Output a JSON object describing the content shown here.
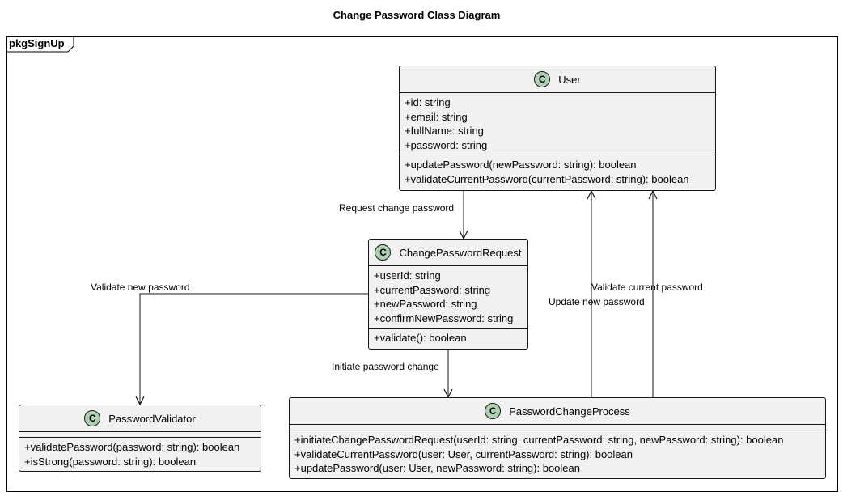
{
  "title": "Change Password Class Diagram",
  "package": "pkgSignUp",
  "classes": {
    "user": {
      "name": "User",
      "stereotype": "C",
      "attributes": [
        "+id: string",
        "+email: string",
        "+fullName: string",
        "+password: string"
      ],
      "methods": [
        "+updatePassword(newPassword: string): boolean",
        "+validateCurrentPassword(currentPassword: string): boolean"
      ]
    },
    "change_request": {
      "name": "ChangePasswordRequest",
      "stereotype": "C",
      "attributes": [
        "+userId: string",
        "+currentPassword: string",
        "+newPassword: string",
        "+confirmNewPassword: string"
      ],
      "methods": [
        "+validate(): boolean"
      ]
    },
    "validator": {
      "name": "PasswordValidator",
      "stereotype": "C",
      "attributes": [],
      "methods": [
        "+validatePassword(password: string): boolean",
        "+isStrong(password: string): boolean"
      ]
    },
    "process": {
      "name": "PasswordChangeProcess",
      "stereotype": "C",
      "attributes": [],
      "methods": [
        "+initiateChangePasswordRequest(userId: string, currentPassword: string, newPassword: string): boolean",
        "+validateCurrentPassword(user: User, currentPassword: string): boolean",
        "+updatePassword(user: User, newPassword: string): boolean"
      ]
    }
  },
  "edges": {
    "request_change": "Request change password",
    "validate_new": "Validate new password",
    "initiate_change": "Initiate password change",
    "update_new": "Update new password",
    "validate_current": "Validate current password"
  },
  "colors": {
    "class_fill": "#f1f1f1",
    "class_border": "#181818",
    "badge_fill": "#add1b2"
  }
}
